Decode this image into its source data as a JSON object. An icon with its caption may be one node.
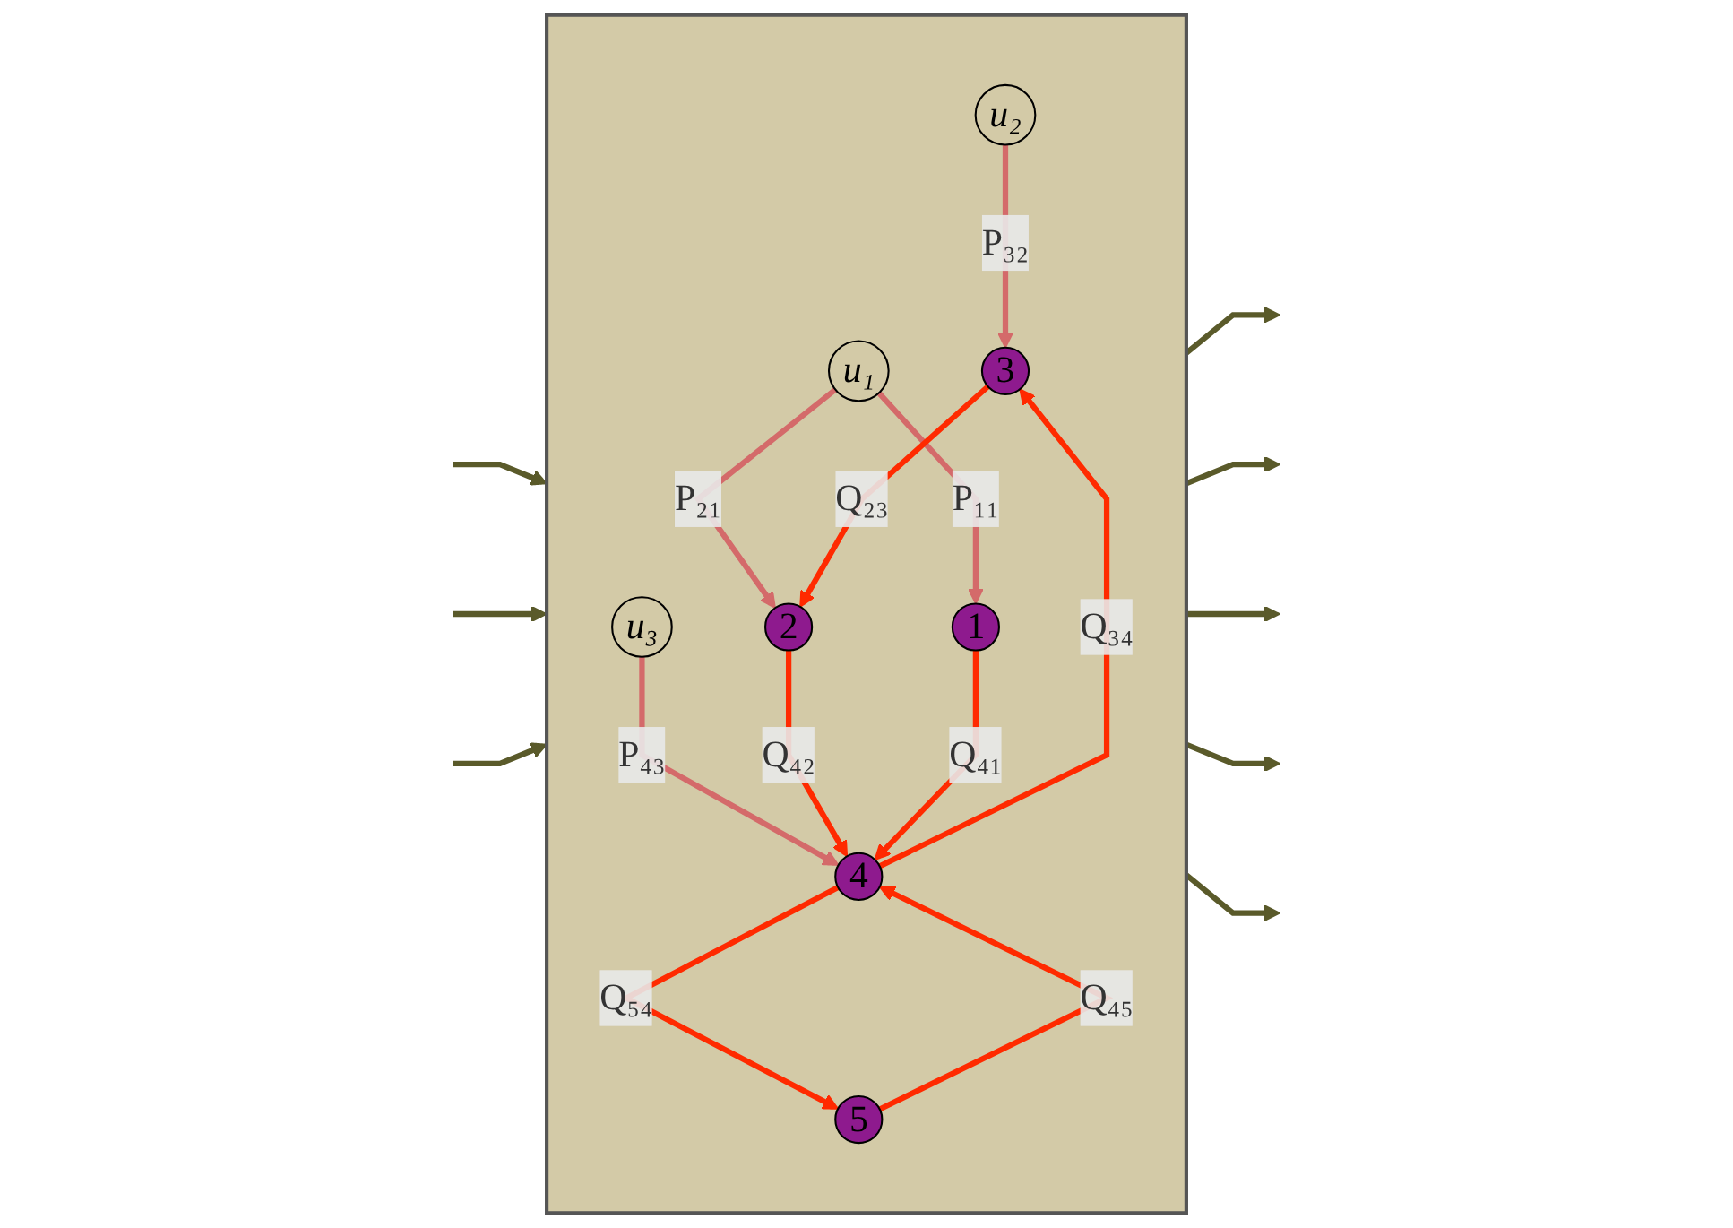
{
  "diagram": {
    "nodes": [
      {
        "text": [],
        "shape": "box"
      },
      {
        "text": [
          "u₂"
        ],
        "in": 0
      },
      {
        "text": [
          "3"
        ],
        "in": 0
      },
      {
        "text": [
          "2"
        ],
        "in": 0
      },
      {
        "text": [
          "u₁"
        ],
        "in": 0
      },
      {
        "text": [
          "1"
        ],
        "in": 0
      },
      {
        "text": [
          "4"
        ],
        "in": 0
      },
      {
        "text": [
          "u₃"
        ],
        "in": 0
      },
      {
        "text": [
          "5"
        ],
        "in": 0
      }
    ],
    "edges": [
      {
        "from": 4,
        "to": 3,
        "arrow": "to",
        "label": "P₂₁",
        "color": "#d46a6a"
      },
      {
        "from": 4,
        "to": 5,
        "arrow": "to",
        "label": "P₁₁",
        "color": "#d46a6a"
      },
      {
        "from": 1,
        "to": 2,
        "arrow": "to",
        "label": "P₃₂",
        "color": "#d46a6a"
      },
      {
        "from": 7,
        "to": 6,
        "arrow": "to",
        "label": "P₄₃",
        "color": "#d46a6a"
      },
      {
        "from": 2,
        "to": 3,
        "arrow": "to",
        "label": "Q₂₃",
        "color": "#ff2a00"
      },
      {
        "from": 3,
        "to": 6,
        "arrow": "to",
        "label": "Q₄₂",
        "color": "#ff2a00"
      },
      {
        "from": 5,
        "to": 6,
        "arrow": "to",
        "label": "Q₄₁",
        "color": "#ff2a00"
      },
      {
        "from": 6,
        "to": 2,
        "arrow": "to",
        "label": "Q₃₄",
        "color": "#ff2a00"
      },
      {
        "from": 8,
        "to": 6,
        "arrow": "to",
        "label": "Q₄₅",
        "color": "#ff2a00"
      },
      {
        "from": 6,
        "to": 8,
        "arrow": "to",
        "label": "Q₅₄",
        "color": "#ff2a00"
      },
      {
        "from": null,
        "to": 0,
        "arrow": "to"
      },
      {
        "from": null,
        "to": 0,
        "arrow": "to"
      },
      {
        "from": null,
        "to": 0,
        "arrow": "to"
      },
      {
        "from": 0,
        "to": null,
        "arrow": "to"
      },
      {
        "from": 0,
        "to": null,
        "arrow": "to"
      },
      {
        "from": 0,
        "to": null,
        "arrow": "to"
      },
      {
        "from": 0,
        "to": null,
        "arrow": "to"
      },
      {
        "from": 0,
        "to": null,
        "arrow": "to"
      }
    ]
  }
}
